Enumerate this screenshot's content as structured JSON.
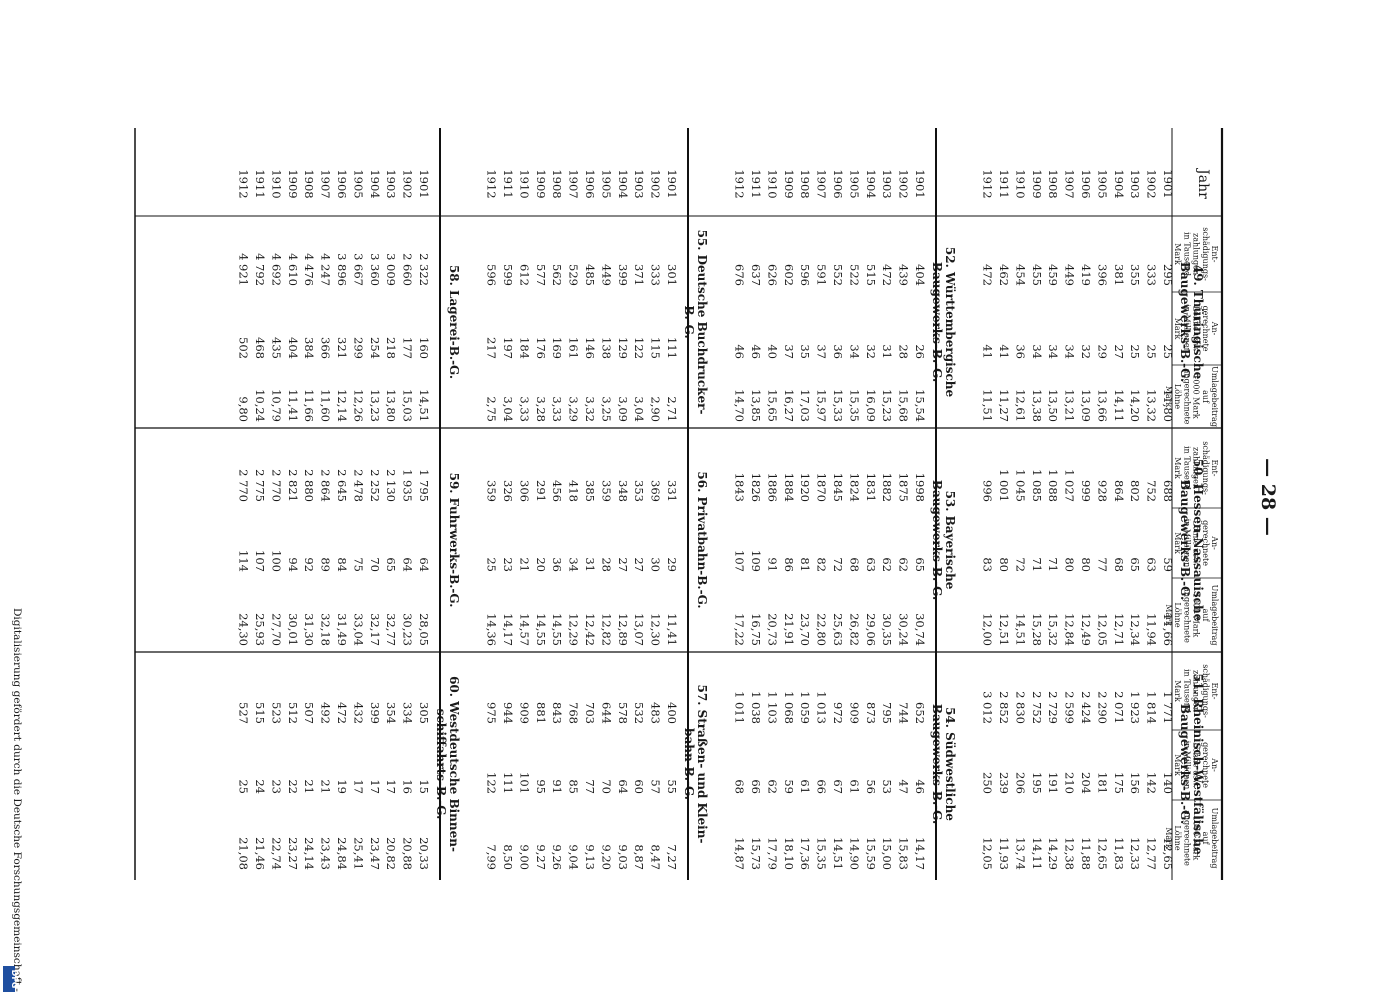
{
  "page_number": "— 28 —",
  "footer": "Digitalisierung gefördert durch die Deutsche Forschungsgemeinschaft -",
  "dfg_logo": "DFG",
  "headers": {
    "jahr": "Jahr",
    "col1": [
      "Ent-",
      "schädigungs-",
      "zahlungen",
      "in Tausend",
      "Mark"
    ],
    "col2": [
      "An-",
      "gerechnete",
      "Löhne usw.",
      "in Millionen",
      "Mark"
    ],
    "col3": [
      "Umlagebeitrag",
      "auf",
      "1000 Mark",
      "angerechnete",
      "Löhne",
      "Mark"
    ]
  },
  "years": [
    "1901",
    "1902",
    "1903",
    "1904",
    "1905",
    "1906",
    "1907",
    "1908",
    "1909",
    "1910",
    "1911",
    "1912"
  ],
  "groups": [
    {
      "sections": [
        {
          "title": [
            "49. Thüringische",
            "Baugewerks-B.-G."
          ],
          "c1": [
            "295",
            "333",
            "355",
            "381",
            "396",
            "419",
            "449",
            "459",
            "455",
            "454",
            "462",
            "472"
          ],
          "c2": [
            "25",
            "25",
            "25",
            "27",
            "29",
            "32",
            "34",
            "34",
            "34",
            "36",
            "41",
            "41"
          ],
          "c3": [
            "11,80",
            "13,32",
            "14,20",
            "14,11",
            "13,66",
            "13,09",
            "13,21",
            "13,50",
            "13,38",
            "12,61",
            "11,27",
            "11,51"
          ]
        },
        {
          "title": [
            "50. Hessen-Nassauische",
            "Baugewerks-B.-G."
          ],
          "c1": [
            "688",
            "752",
            "802",
            "864",
            "928",
            "999",
            "1 027",
            "1 088",
            "1 085",
            "1 045",
            "1 001",
            "996"
          ],
          "c2": [
            "59",
            "63",
            "65",
            "68",
            "77",
            "80",
            "80",
            "71",
            "71",
            "72",
            "80",
            "83"
          ],
          "c3": [
            "11,66",
            "11,94",
            "12,34",
            "12,71",
            "12,05",
            "12,49",
            "12,84",
            "15,32",
            "15,28",
            "14,51",
            "12,51",
            "12,00"
          ]
        },
        {
          "title": [
            "51. Rheinisch-Westfälische",
            "Baugewerks-B.-G."
          ],
          "c1": [
            "1 771",
            "1 814",
            "1 923",
            "2 071",
            "2 290",
            "2 424",
            "2 599",
            "2 729",
            "2 752",
            "2 830",
            "2 852",
            "3 012"
          ],
          "c2": [
            "140",
            "142",
            "156",
            "175",
            "181",
            "204",
            "210",
            "191",
            "195",
            "206",
            "239",
            "250"
          ],
          "c3": [
            "12,65",
            "12,77",
            "12,33",
            "11,83",
            "12,65",
            "11,88",
            "12,38",
            "14,29",
            "14,11",
            "13,74",
            "11,93",
            "12,05"
          ]
        }
      ]
    },
    {
      "sections": [
        {
          "title": [
            "52. Württembergische",
            "Baugewerks-B.-G."
          ],
          "c1": [
            "404",
            "439",
            "472",
            "515",
            "522",
            "552",
            "591",
            "596",
            "602",
            "626",
            "637",
            "676"
          ],
          "c2": [
            "26",
            "28",
            "31",
            "32",
            "34",
            "36",
            "37",
            "35",
            "37",
            "40",
            "46",
            "46"
          ],
          "c3": [
            "15,54",
            "15,68",
            "15,23",
            "16,09",
            "15,35",
            "15,33",
            "15,97",
            "17,03",
            "16,27",
            "15,65",
            "13,85",
            "14,70"
          ]
        },
        {
          "title": [
            "53. Bayerische",
            "Baugewerks-B.-G."
          ],
          "c1": [
            "1998",
            "1875",
            "1882",
            "1831",
            "1824",
            "1845",
            "1870",
            "1920",
            "1884",
            "1886",
            "1826",
            "1843"
          ],
          "c2": [
            "65",
            "62",
            "62",
            "63",
            "68",
            "72",
            "82",
            "81",
            "86",
            "91",
            "109",
            "107"
          ],
          "c3": [
            "30,74",
            "30,24",
            "30,35",
            "29,06",
            "26,82",
            "25,63",
            "22,80",
            "23,70",
            "21,91",
            "20,73",
            "16,75",
            "17,22"
          ]
        },
        {
          "title": [
            "54. Südwestliche",
            "Baugewerks-B.-G."
          ],
          "c1": [
            "652",
            "744",
            "795",
            "873",
            "909",
            "972",
            "1 013",
            "1 059",
            "1 068",
            "1 103",
            "1 038",
            "1 011"
          ],
          "c2": [
            "46",
            "47",
            "53",
            "56",
            "61",
            "67",
            "66",
            "61",
            "59",
            "62",
            "66",
            "68"
          ],
          "c3": [
            "14,17",
            "15,83",
            "15,00",
            "15,59",
            "14,90",
            "14,51",
            "15,35",
            "17,36",
            "18,10",
            "17,79",
            "15,73",
            "14,87"
          ]
        }
      ]
    },
    {
      "sections": [
        {
          "title": [
            "55. Deutsche Buchdrucker-",
            "B.-G."
          ],
          "c1": [
            "301",
            "333",
            "371",
            "399",
            "449",
            "485",
            "529",
            "562",
            "577",
            "612",
            "599",
            "596"
          ],
          "c2": [
            "111",
            "115",
            "122",
            "129",
            "138",
            "146",
            "161",
            "169",
            "176",
            "184",
            "197",
            "217"
          ],
          "c3": [
            "2,71",
            "2,90",
            "3,04",
            "3,09",
            "3,25",
            "3,32",
            "3,29",
            "3,33",
            "3,28",
            "3,33",
            "3,04",
            "2,75"
          ]
        },
        {
          "title": [
            "56. Privatbahn-B.-G."
          ],
          "c1": [
            "331",
            "369",
            "353",
            "348",
            "359",
            "385",
            "418",
            "456",
            "291",
            "306",
            "326",
            "359"
          ],
          "c2": [
            "29",
            "30",
            "27",
            "27",
            "28",
            "31",
            "34",
            "36",
            "20",
            "21",
            "23",
            "25"
          ],
          "c3": [
            "11,41",
            "12,30",
            "13,07",
            "12,89",
            "12,82",
            "12,42",
            "12,29",
            "14,55",
            "14,55",
            "14,57",
            "14,17",
            "14,36"
          ]
        },
        {
          "title": [
            "57. Straßen- und Klein-",
            "bahn-B.-G."
          ],
          "c1": [
            "400",
            "483",
            "532",
            "578",
            "644",
            "703",
            "768",
            "843",
            "881",
            "909",
            "944",
            "975"
          ],
          "c2": [
            "55",
            "57",
            "60",
            "64",
            "70",
            "77",
            "85",
            "91",
            "95",
            "101",
            "111",
            "122"
          ],
          "c3": [
            "7,27",
            "8,47",
            "8,87",
            "9,03",
            "9,20",
            "9,13",
            "9,04",
            "9,26",
            "9,27",
            "9,00",
            "8,50",
            "7,99"
          ]
        }
      ]
    },
    {
      "sections": [
        {
          "title": [
            "58. Lagerei-B.-G."
          ],
          "c1": [
            "2 322",
            "2 660",
            "3 009",
            "3 360",
            "3 667",
            "3 896",
            "4 247",
            "4 476",
            "4 610",
            "4 692",
            "4 792",
            "4 921"
          ],
          "c2": [
            "160",
            "177",
            "218",
            "254",
            "299",
            "321",
            "366",
            "384",
            "404",
            "435",
            "468",
            "502"
          ],
          "c3": [
            "14,51",
            "15,03",
            "13,80",
            "13,23",
            "12,26",
            "12,14",
            "11,60",
            "11,66",
            "11,41",
            "10,79",
            "10,24",
            "9,80"
          ]
        },
        {
          "title": [
            "59. Fuhrwerks-B.-G."
          ],
          "c1": [
            "1 795",
            "1 935",
            "2 130",
            "2 252",
            "2 478",
            "2 645",
            "2 864",
            "2 880",
            "2 821",
            "2 770",
            "2 775",
            "2 770"
          ],
          "c2": [
            "64",
            "64",
            "65",
            "70",
            "75",
            "84",
            "89",
            "92",
            "94",
            "100",
            "107",
            "114"
          ],
          "c3": [
            "28,05",
            "30,23",
            "32,77",
            "32,17",
            "33,04",
            "31,49",
            "32,18",
            "31,30",
            "30,01",
            "27,70",
            "25,93",
            "24,30"
          ]
        },
        {
          "title": [
            "60. Westdeutsche Binnen-",
            "schiffahrts-B.-G."
          ],
          "c1": [
            "305",
            "334",
            "354",
            "399",
            "432",
            "472",
            "492",
            "507",
            "512",
            "523",
            "515",
            "527"
          ],
          "c2": [
            "15",
            "16",
            "17",
            "17",
            "17",
            "19",
            "21",
            "21",
            "22",
            "23",
            "24",
            "25"
          ],
          "c3": [
            "20,33",
            "20,88",
            "20,82",
            "23,47",
            "25,41",
            "24,84",
            "23,43",
            "24,14",
            "23,27",
            "22,74",
            "21,46",
            "21,08"
          ]
        }
      ]
    }
  ]
}
